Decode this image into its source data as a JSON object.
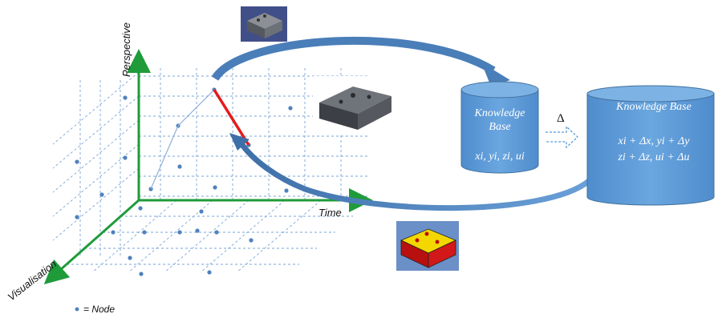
{
  "axes": {
    "perspective_label": "Perspective",
    "time_label": "Time",
    "visualisation_label": "Visualisation"
  },
  "knowledge_base_small": {
    "title_line1": "Knowledge",
    "title_line2": "Base",
    "formula": "xi, yi, zi, ui"
  },
  "delta_symbol": "Δ",
  "knowledge_base_large": {
    "title": "Knowledge Base",
    "formula_line1": "xi + Δx, yi + Δy",
    "formula_line2": "zi + Δz, ui + Δu"
  },
  "legend": {
    "label": "= Node"
  },
  "colors": {
    "axis_green": "#1f9b3a",
    "grid_blue": "#7aa6d6",
    "node_blue": "#4f81bd",
    "highlight_red": "#e41b1b",
    "cylinder_blue": "#5b9bd5",
    "arrow_blue": "#4a7eb8"
  },
  "icons": {
    "top_render": "3d-box-render-icon",
    "middle_render": "3d-box-render-icon",
    "bottom_render": "3d-box-cad-render-icon"
  }
}
